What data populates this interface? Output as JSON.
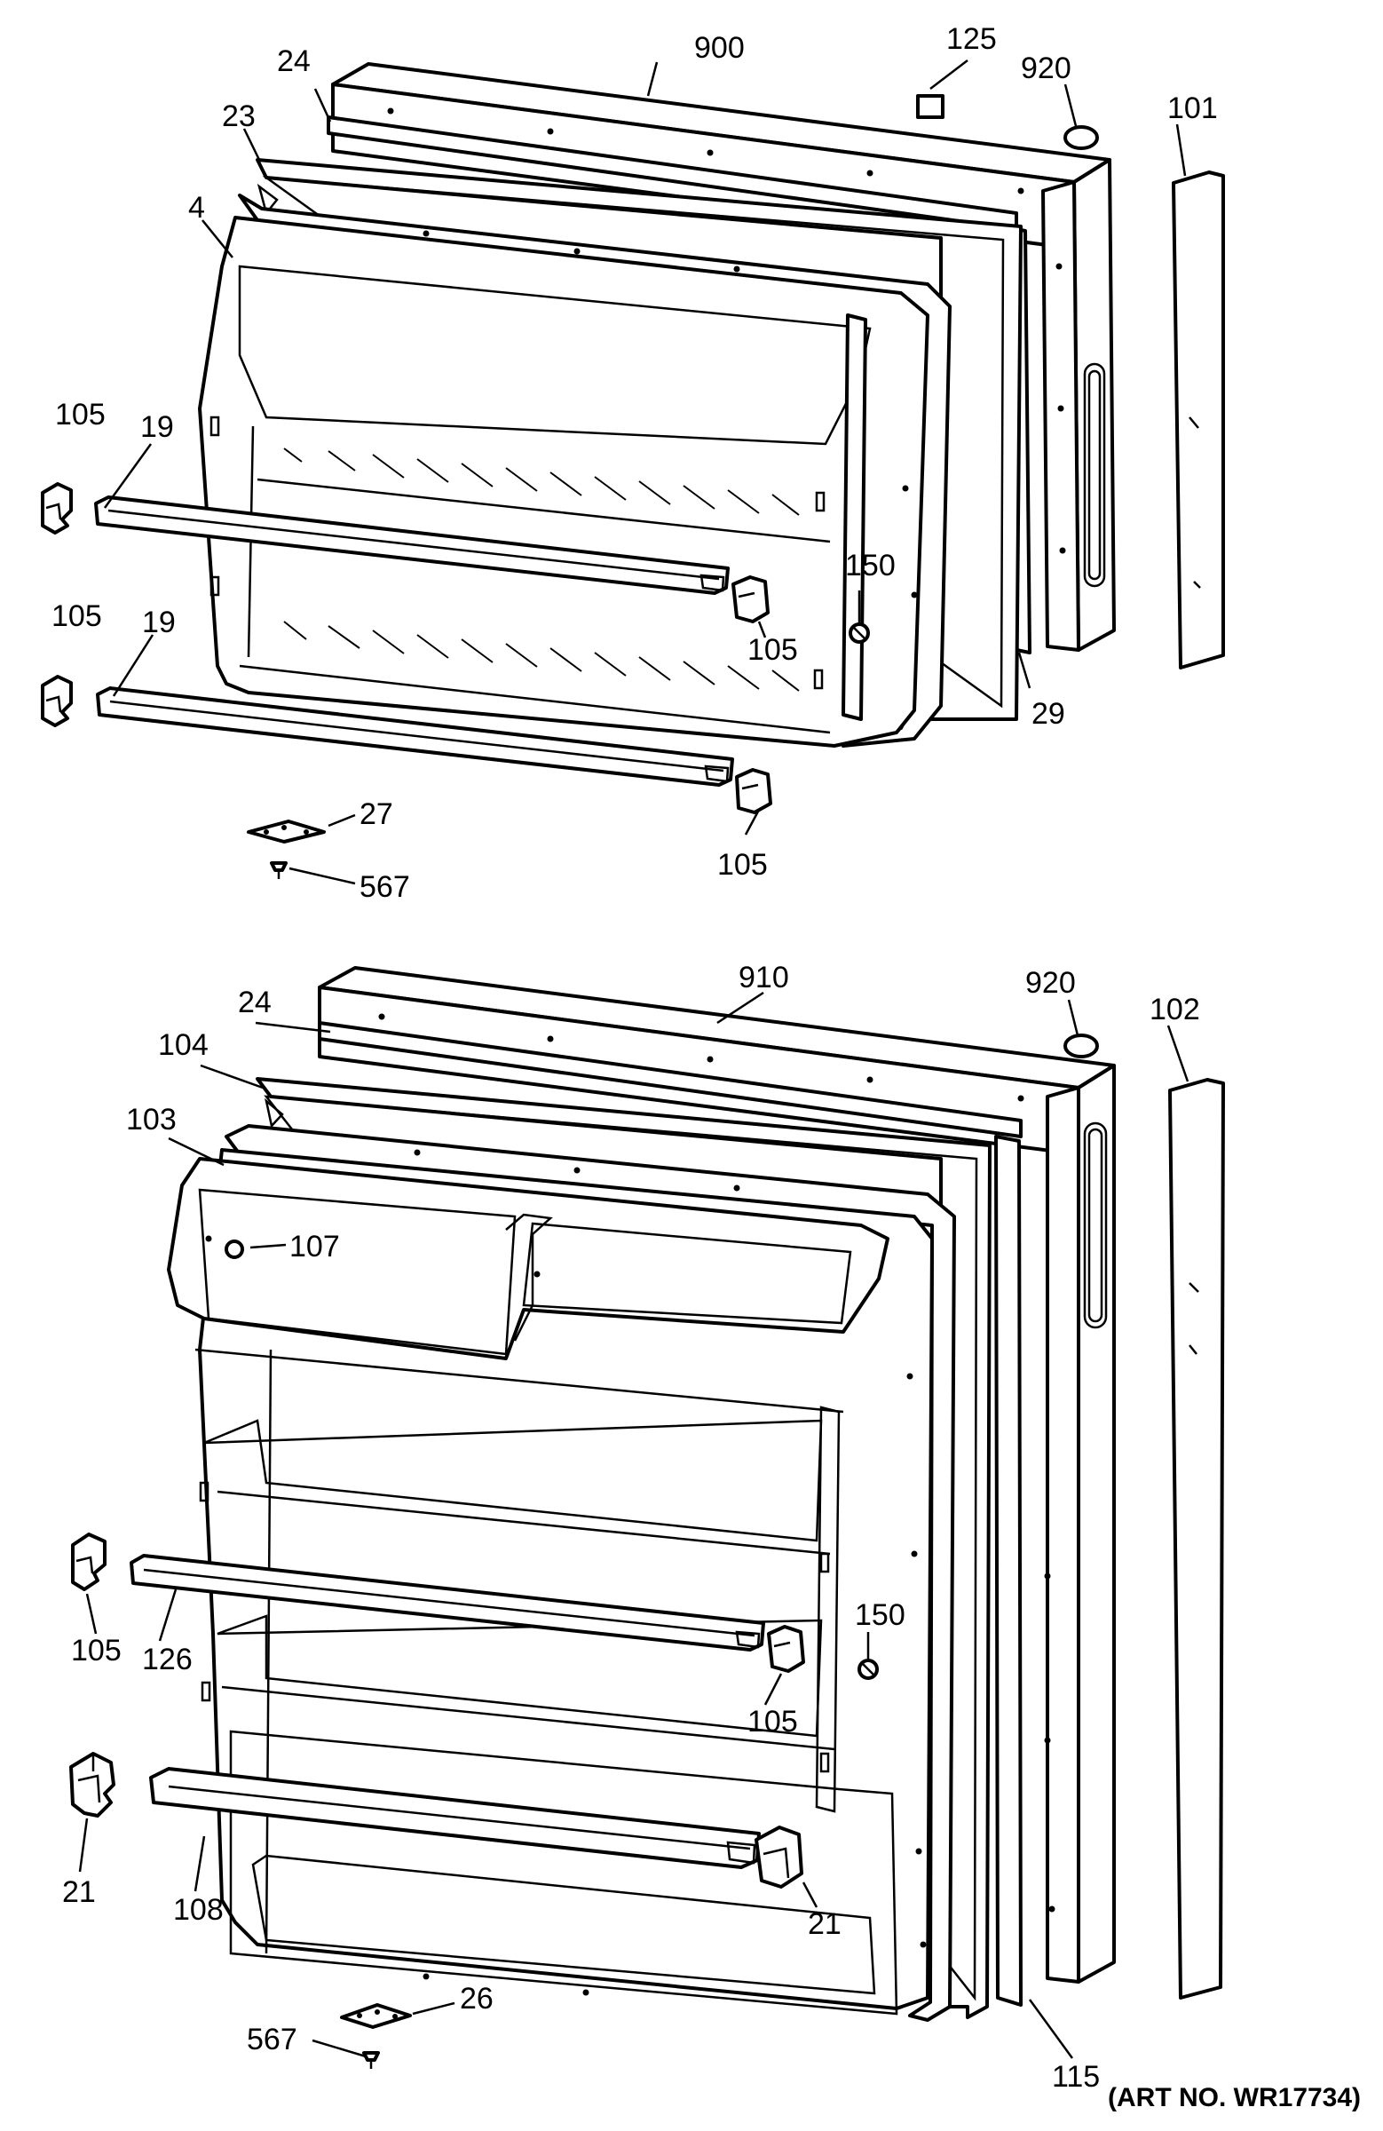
{
  "upper_door": {
    "labels": {
      "l900": "900",
      "l125": "125",
      "l920": "920",
      "l101": "101",
      "l24": "24",
      "l23": "23",
      "l4": "4",
      "l105a": "105",
      "l19a": "19",
      "l105b": "105",
      "l19b": "19",
      "l150": "150",
      "l105c": "105",
      "l29": "29",
      "l27": "27",
      "l567": "567",
      "l105d": "105"
    }
  },
  "lower_door": {
    "labels": {
      "l910": "910",
      "l920": "920",
      "l102": "102",
      "l24": "24",
      "l104": "104",
      "l103": "103",
      "l107": "107",
      "l105a": "105",
      "l126": "126",
      "l150": "150",
      "l105b": "105",
      "l21a": "21",
      "l108": "108",
      "l21b": "21",
      "l115": "115",
      "l26": "26",
      "l567": "567"
    }
  },
  "art_number": "(ART NO. WR17734)"
}
